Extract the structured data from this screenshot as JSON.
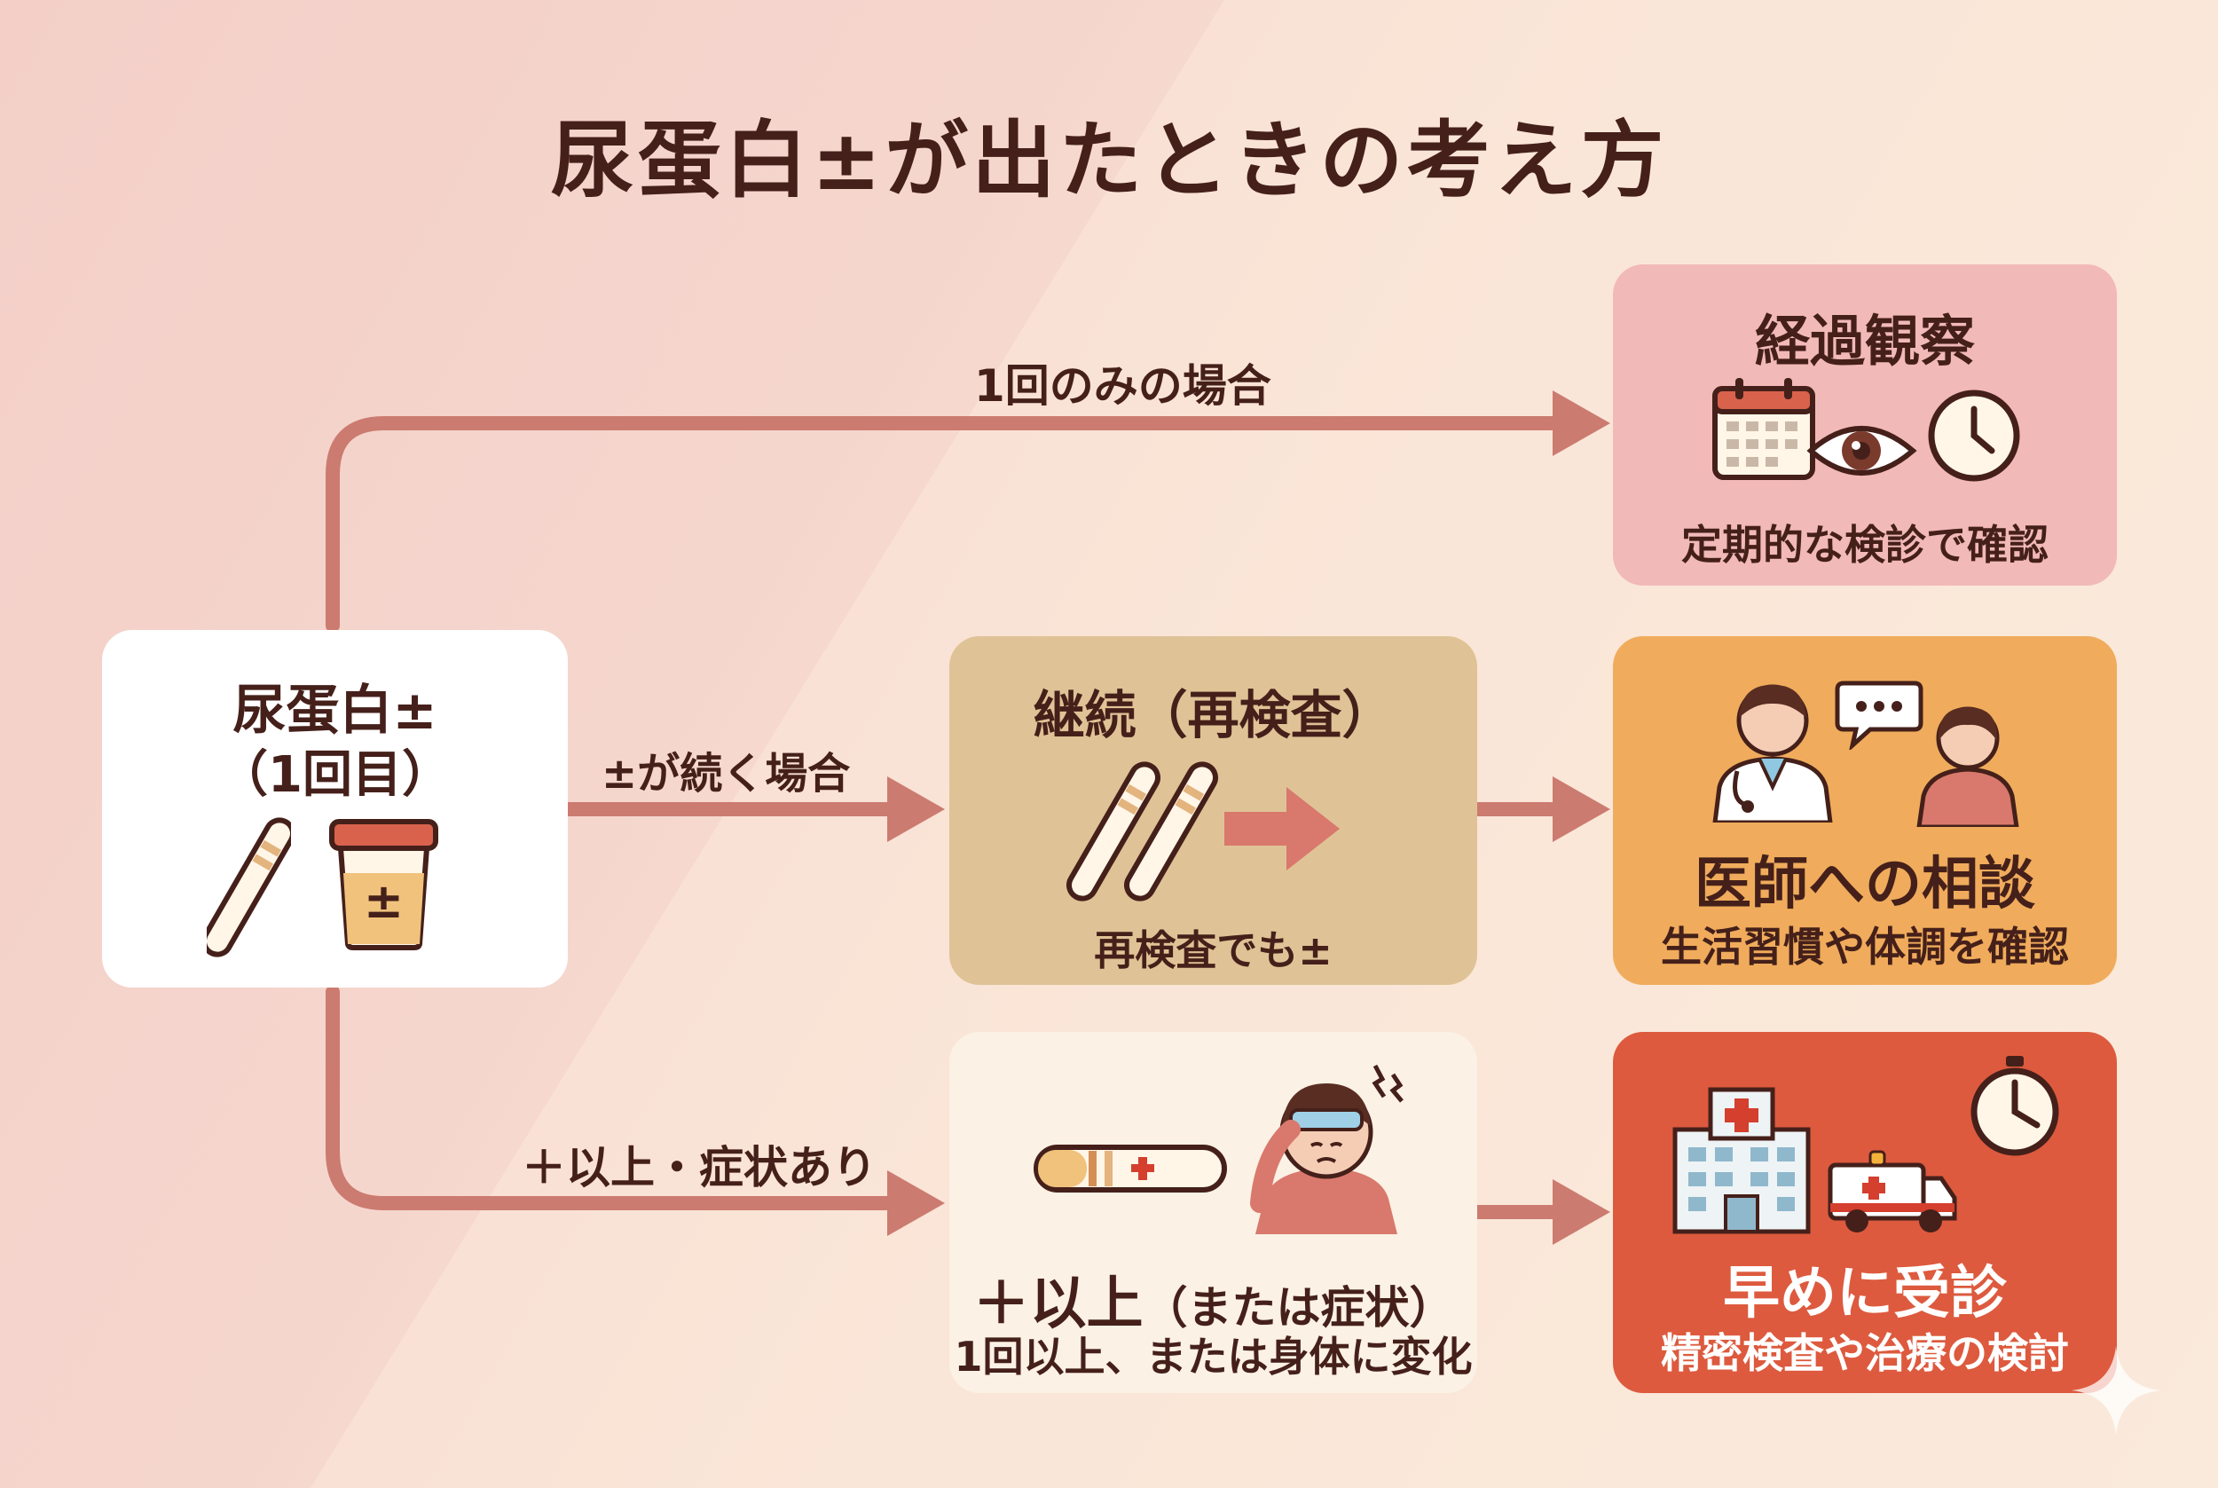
{
  "title": "尿蛋白±が出たときの考え方",
  "start": {
    "line1": "尿蛋白±",
    "line2": "（1回目）",
    "cup_mark": "±"
  },
  "branches": {
    "top_label": "1回のみの場合",
    "mid_label": "±が続く場合",
    "bottom_label": "＋以上・症状あり"
  },
  "continue_box": {
    "title": "継続（再検査）",
    "caption": "再検査でも±"
  },
  "plus_box": {
    "title": "＋以上",
    "title_paren": "（または症状）",
    "caption": "1回以上、または身体に変化"
  },
  "results": [
    {
      "title": "経過観察",
      "caption": "定期的な検診で確認"
    },
    {
      "title": "医師への相談",
      "caption": "生活習慣や体調を確認"
    },
    {
      "title": "早めに受診",
      "caption": "精密検査や治療の検討"
    }
  ],
  "colors": {
    "arrow": "#cc7b70",
    "result_observe": "#f2b9b9",
    "result_consult": "#f0ac5c",
    "result_visit": "#dd5a3e",
    "continue_box": "#dfc396",
    "plus_box": "#fbf1e4"
  }
}
